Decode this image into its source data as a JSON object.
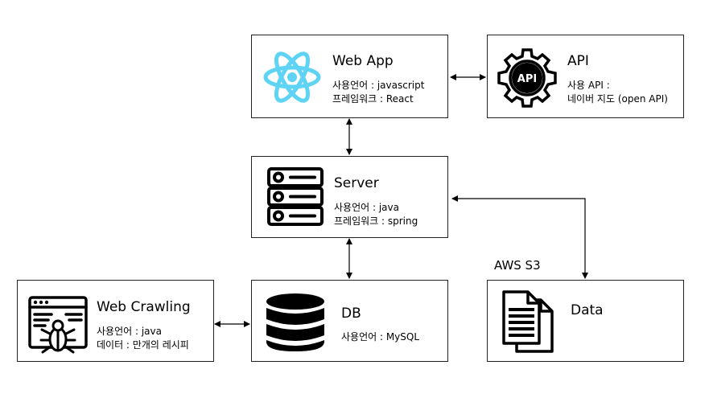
{
  "nodes": {
    "webapp": {
      "title": "Web App",
      "lines": [
        "사용언어 : javascript",
        "프레임워크 : React"
      ]
    },
    "api": {
      "title": "API",
      "lines": [
        "사용 API :",
        "네이버 지도 (open API)"
      ],
      "icon_text": "API"
    },
    "server": {
      "title": "Server",
      "lines": [
        "사용언어 : java",
        "프레임워크  : spring"
      ]
    },
    "crawling": {
      "title": "Web Crawling",
      "lines": [
        "사용언어 : java",
        "데이터 : 만개의 레시피"
      ]
    },
    "db": {
      "title": "DB",
      "lines": [
        "사용언어 : MySQL"
      ]
    },
    "data": {
      "title": "Data"
    }
  },
  "labels": {
    "s3": "AWS S3"
  },
  "icons": {
    "webapp": "react-icon",
    "api": "gear-api-icon",
    "server": "server-rack-icon",
    "crawling": "browser-bug-icon",
    "db": "database-icon",
    "data": "documents-icon"
  },
  "colors": {
    "react": "#5ed3f3",
    "stroke": "#000000",
    "border": "#222222"
  }
}
